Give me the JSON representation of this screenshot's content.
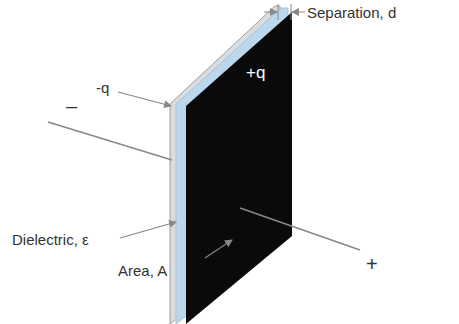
{
  "diagram": {
    "labels": [
      "Separation, d",
      "-q",
      "+q",
      "–",
      "+",
      "Dielectric, ε",
      "Area, A"
    ]
  }
}
